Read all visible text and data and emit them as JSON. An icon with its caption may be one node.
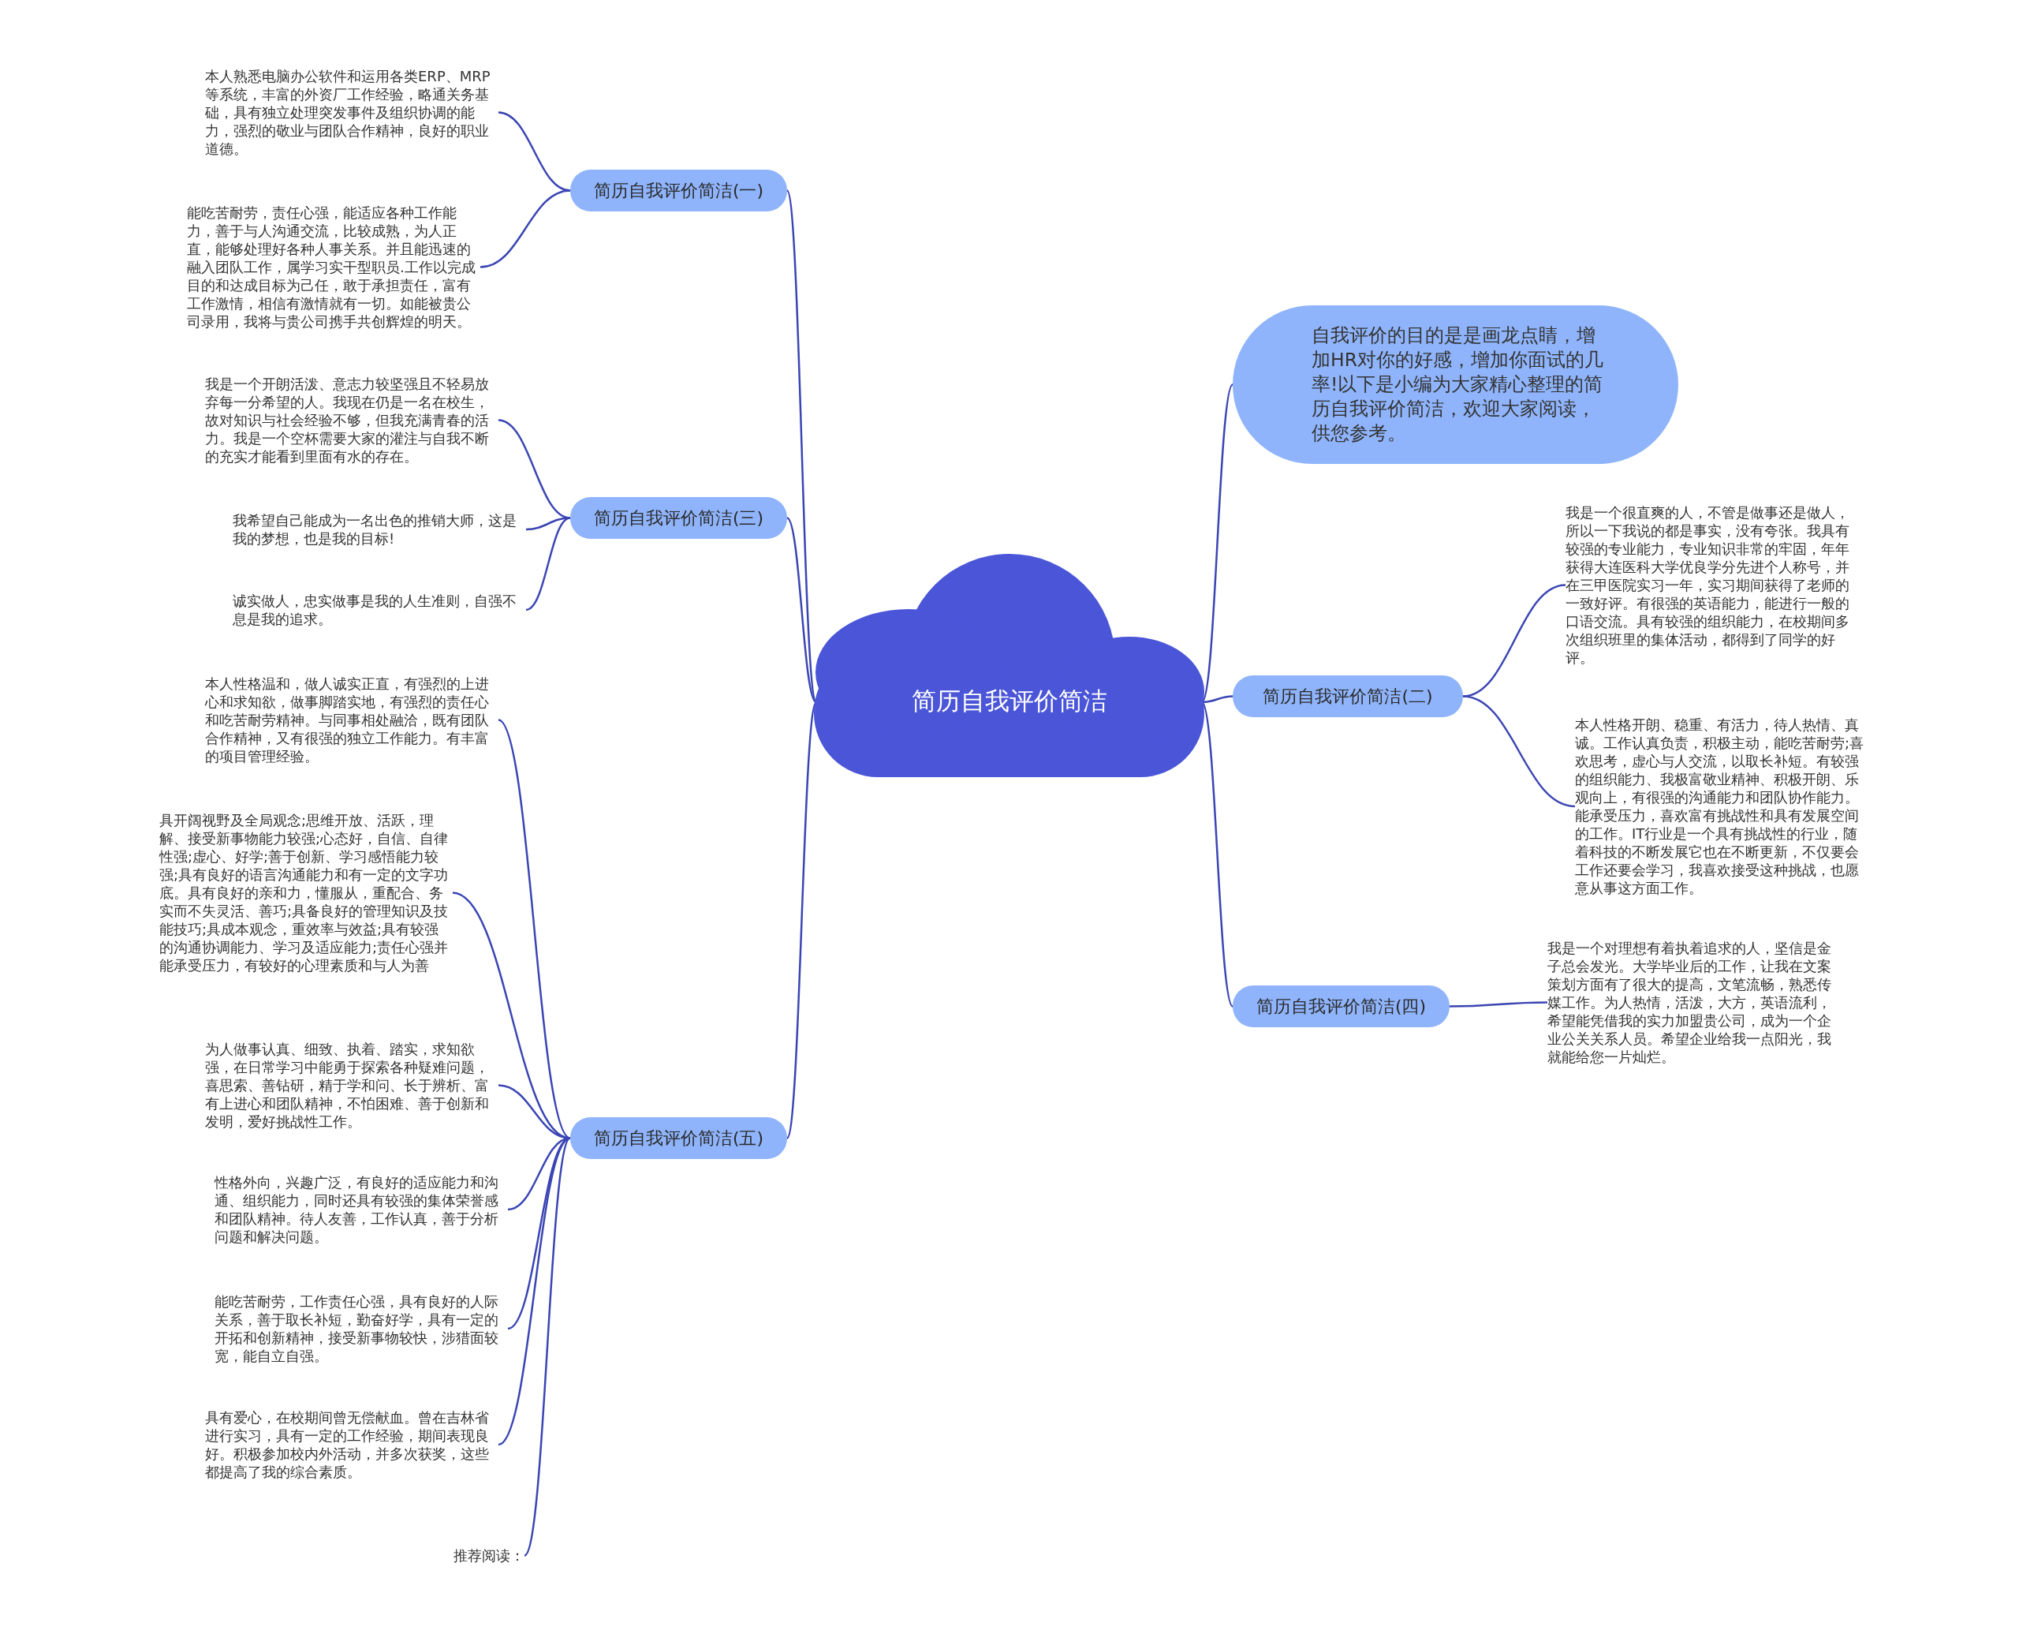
{
  "diagram": {
    "nodes": [
      {
        "text": [
          "简历自我评价简洁"
        ]
      },
      {
        "text": [
          "简历自我评价简洁(一)"
        ]
      },
      {
        "text": [
          "本人熟悉电脑办公软件和运用各类ERP、MRP等系统，丰富的外资厂工作经验，略通关务基础，具有独立处理突发事件及组织协调的能力，强烈的敬业与团队合作精神，良好的职业道德。"
        ]
      },
      {
        "text": [
          "能吃苦耐劳，责任心强，能适应各种工作能力，善于与人沟通交流，比较成熟，为人正直，能够处理好各种人事关系。并且能迅速的融入团队工作，属学习实干型职员.工作以完成目的和达成目标为己任，敢于承担责任，富有工作激情，相信有激情就有一切。如能被贵公司录用，我将与贵公司携手共创辉煌的明天。"
        ]
      },
      {
        "text": [
          "简历自我评价简洁(三)"
        ]
      },
      {
        "text": [
          "我是一个开朗活泼、意志力较坚强且不轻易放弃每一分希望的人。我现在仍是一名在校生，故对知识与社会经验不够，但我充满青春的活力。我是一个空杯需要大家的灌注与自我不断的充实才能看到里面有水的存在。"
        ]
      },
      {
        "text": [
          "我希望自己能成为一名出色的推销大师，这是我的梦想，也是我的目标!"
        ]
      },
      {
        "text": [
          "诚实做人，忠实做事是我的人生准则，自强不息是我的追求。"
        ]
      },
      {
        "text": [
          "简历自我评价简洁(五)"
        ]
      },
      {
        "text": [
          "本人性格温和，做人诚实正直，有强烈的上进心和求知欲，做事脚踏实地，有强烈的责任心和吃苦耐劳精神。与同事相处融洽，既有团队合作精神，又有很强的独立工作能力。有丰富的项目管理经验。"
        ]
      },
      {
        "text": [
          "具开阔视野及全局观念;思维开放、活跃，理解、接受新事物能力较强;心态好，自信、自律性强;虚心、好学;善于创新、学习感悟能力较强;具有良好的语言沟通能力和有一定的文字功底。具有良好的亲和力，懂服从，重配合、务实而不失灵活、善巧;具备良好的管理知识及技能技巧;具成本观念，重效率与效益;具有较强的沟通协调能力、学习及适应能力;责任心强并能承受压力，有较好的心理素质和与人为善"
        ]
      },
      {
        "text": [
          "为人做事认真、细致、执着、踏实，求知欲强，在日常学习中能勇于探索各种疑难问题，喜思索、善钻研，精于学和问、长于辨析、富有上进心和团队精神，不怕困难、善于创新和发明，爱好挑战性工作。"
        ]
      },
      {
        "text": [
          "性格外向，兴趣广泛，有良好的适应能力和沟通、组织能力，同时还具有较强的集体荣誉感和团队精神。待人友善，工作认真，善于分析问题和解决问题。"
        ]
      },
      {
        "text": [
          "能吃苦耐劳，工作责任心强，具有良好的人际关系，善于取长补短，勤奋好学，具有一定的开拓和创新精神，接受新事物较快，涉猎面较宽，能自立自强。"
        ]
      },
      {
        "text": [
          "具有爱心，在校期间曾无偿献血。曾在吉林省进行实习，具有一定的工作经验，期间表现良好。积极参加校内外活动，并多次获奖，这些都提高了我的综合素质。"
        ]
      },
      {
        "text": [
          "推荐阅读："
        ]
      },
      {
        "text": [
          "自我评价的目的是是画龙点睛，增加HR对你的好感，增加你面试的几率!以下是小编为大家精心整理的简历自我评价简洁，欢迎大家阅读，供您参考。"
        ]
      },
      {
        "text": [
          "简历自我评价简洁(二)"
        ]
      },
      {
        "text": [
          "我是一个很直爽的人，不管是做事还是做人，所以一下我说的都是事实，没有夸张。我具有较强的专业能力，专业知识非常的牢固，年年获得大连医科大学优良学分先进个人称号，并在三甲医院实习一年，实习期间获得了老师的一致好评。有很强的英语能力，能进行一般的口语交流。具有较强的组织能力，在校期间多次组织班里的集体活动，都得到了同学的好评。"
        ]
      },
      {
        "text": [
          "本人性格开朗、稳重、有活力，待人热情、真诚。工作认真负责，积极主动，能吃苦耐劳;喜欢思考，虚心与人交流，以取长补短。有较强的组织能力、我极富敬业精神、积极开朗、乐观向上，有很强的沟通能力和团队协作能力。能承受压力，喜欢富有挑战性和具有发展空间的工作。IT行业是一个具有挑战性的行业，随着科技的不断发展它也在不断更新，不仅要会工作还要会学习，我喜欢接受这种挑战，也愿意从事这方面工作。"
        ]
      },
      {
        "text": [
          "简历自我评价简洁(四)"
        ]
      },
      {
        "text": [
          "我是一个对理想有着执着追求的人，坚信是金子总会发光。大学毕业后的工作，让我在文案策划方面有了很大的提高，文笔流畅，熟悉传媒工作。为人热情，活泼，大方，英语流利，希望能凭借我的实力加盟贵公司，成为一个企业公关关系人员。希望企业给我一点阳光，我就能给您一片灿烂。"
        ]
      }
    ],
    "edges": [
      {
        "from": 0,
        "to": 1,
        "arrow": "none"
      },
      {
        "from": 1,
        "to": 2,
        "arrow": "none"
      },
      {
        "from": 1,
        "to": 3,
        "arrow": "none"
      },
      {
        "from": 0,
        "to": 4,
        "arrow": "none"
      },
      {
        "from": 4,
        "to": 5,
        "arrow": "none"
      },
      {
        "from": 4,
        "to": 6,
        "arrow": "none"
      },
      {
        "from": 4,
        "to": 7,
        "arrow": "none"
      },
      {
        "from": 0,
        "to": 8,
        "arrow": "none"
      },
      {
        "from": 8,
        "to": 9,
        "arrow": "none"
      },
      {
        "from": 8,
        "to": 10,
        "arrow": "none"
      },
      {
        "from": 8,
        "to": 11,
        "arrow": "none"
      },
      {
        "from": 8,
        "to": 12,
        "arrow": "none"
      },
      {
        "from": 8,
        "to": 13,
        "arrow": "none"
      },
      {
        "from": 8,
        "to": 14,
        "arrow": "none"
      },
      {
        "from": 8,
        "to": 15,
        "arrow": "none"
      },
      {
        "from": 0,
        "to": 16,
        "arrow": "none"
      },
      {
        "from": 0,
        "to": 17,
        "arrow": "none"
      },
      {
        "from": 17,
        "to": 18,
        "arrow": "none"
      },
      {
        "from": 17,
        "to": 19,
        "arrow": "none"
      },
      {
        "from": 0,
        "to": 20,
        "arrow": "none"
      },
      {
        "from": 20,
        "to": 21,
        "arrow": "none"
      }
    ]
  }
}
